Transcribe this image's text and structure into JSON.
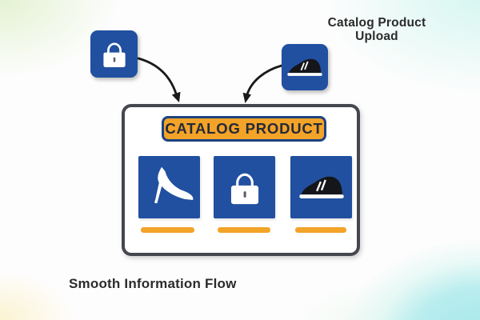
{
  "labels": {
    "upload_caption": "Catalog Product Upload",
    "banner": "CATALOG PRODUCT",
    "bottom_caption": "Smooth Information Flow"
  },
  "icons": {
    "upload_left": "handbag-icon",
    "upload_right": "sneaker-icon",
    "tiles": [
      "high-heel-icon",
      "handbag-icon",
      "sneaker-icon"
    ]
  },
  "colors": {
    "tile_blue": "#2150A0",
    "accent_orange": "#F3A327",
    "banner_border_navy": "#1D4380",
    "box_border_gray": "#45474E",
    "text_dark": "#2B2B2B",
    "banner_text_navy": "#252A38",
    "arrow_black": "#1A1A1A",
    "corner_cyan": "#A5E7EB"
  }
}
